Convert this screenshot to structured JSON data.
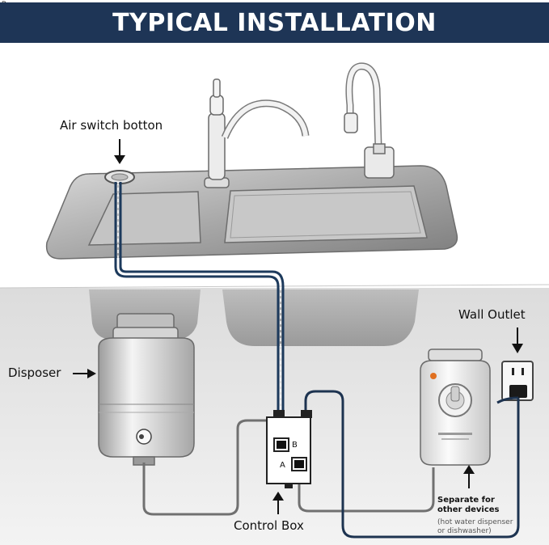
{
  "corner_mark": "B",
  "title": "TYPICAL INSTALLATION",
  "labels": {
    "air_switch": "Air switch botton",
    "wall_outlet": "Wall Outlet",
    "disposer": "Disposer",
    "control_box": "Control Box",
    "separate_line1": "Separate for",
    "separate_line2": "other devices",
    "separate_line3": "(hot water dispenser",
    "separate_line4": "or dishwasher)"
  },
  "ports": {
    "b": "B",
    "a": "A"
  },
  "colors": {
    "banner": "#1e3556",
    "air_tube": "#1d3a5c",
    "gray_cord": "#707070",
    "navy_cord": "#1d3350"
  }
}
